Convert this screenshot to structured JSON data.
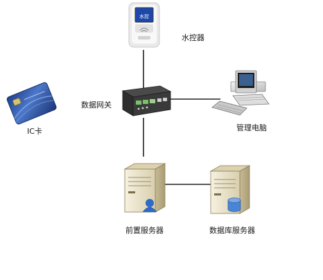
{
  "nodes": {
    "water_controller": {
      "label": "水控器",
      "icon": "water-controller-icon"
    },
    "data_gateway": {
      "label": "数据网关",
      "icon": "gateway-icon"
    },
    "management_pc": {
      "label": "管理电脑",
      "icon": "desktop-computer-icon"
    },
    "ic_card": {
      "label": "IC卡",
      "icon": "ic-card-icon"
    },
    "front_server": {
      "label": "前置服务器",
      "icon": "front-server-icon"
    },
    "db_server": {
      "label": "数据库服务器",
      "icon": "database-server-icon"
    }
  },
  "controller_screen": {
    "text": "水控"
  },
  "colors": {
    "line": "#222222",
    "card_blue": "#2a4f9e",
    "server_beige": "#eee6cf",
    "user_blue": "#2f6bc4",
    "db_blue": "#4a84d4"
  }
}
